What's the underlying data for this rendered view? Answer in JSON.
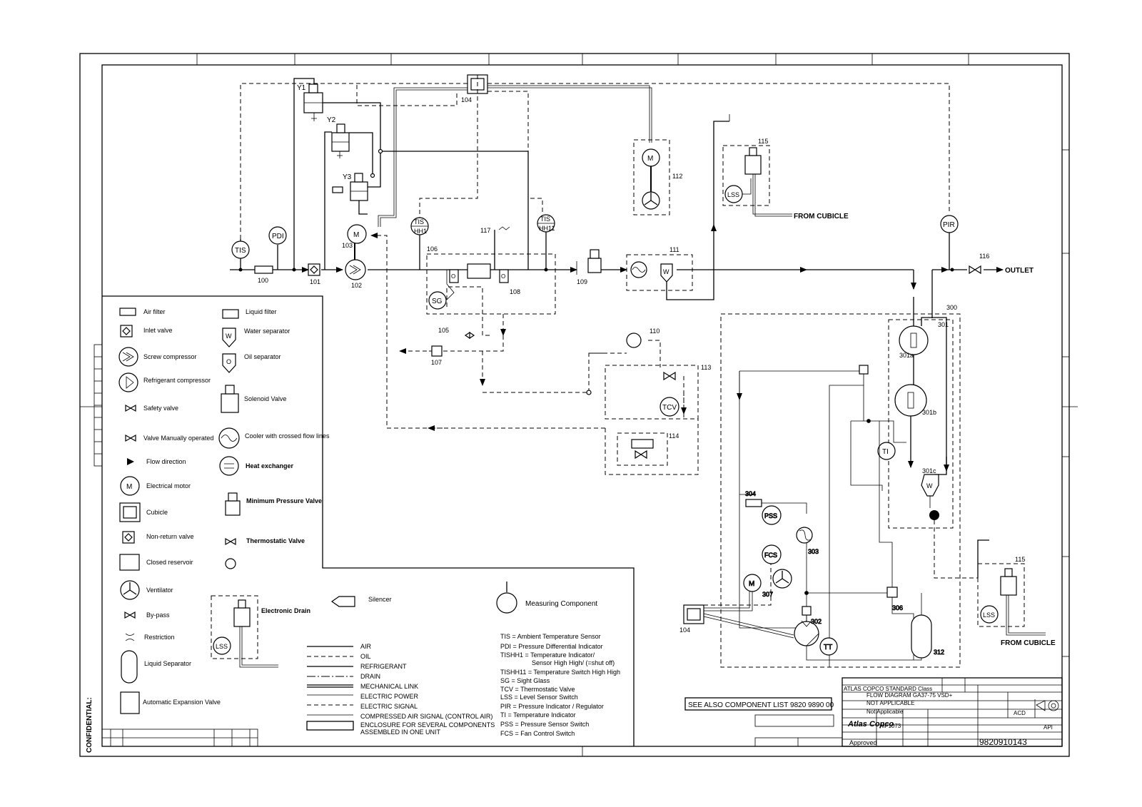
{
  "tags": {
    "Y1": "Y1",
    "Y2": "Y2",
    "Y3": "Y3",
    "n100": "100",
    "n101": "101",
    "n102": "102",
    "n103": "103",
    "n104": "104",
    "n105": "105",
    "n106": "106",
    "n107": "107",
    "n108": "108",
    "n109": "109",
    "n110": "110",
    "n111": "111",
    "n112": "112",
    "n113": "113",
    "n114": "114",
    "n115": "115",
    "n116": "116",
    "n117": "117",
    "n300": "300",
    "n301": "301",
    "n301a": "301a",
    "n301b": "301b",
    "n301c": "301c",
    "n302": "302",
    "n303": "303",
    "n304": "304",
    "n306": "306",
    "n307": "307",
    "n312": "312",
    "TIS": "TIS",
    "PDI": "PDI",
    "M": "M",
    "TIS1": "TIS",
    "HH1": "HH1",
    "TIS2": "TIS",
    "HH11": "HH11",
    "SG": "SG",
    "LSS": "LSS",
    "PIR": "PIR",
    "TCV": "TCV",
    "TI": "TI",
    "PSS": "PSS",
    "FCS": "FCS",
    "TT": "TT",
    "W": "W",
    "O": "O"
  },
  "labels": {
    "from_cubicle": "FROM CUBICLE",
    "outlet": "OUTLET",
    "see_also": "SEE ALSO COMPONENT LIST 9820 9890 00",
    "confidential": "CONFIDENTIAL:"
  },
  "legend": [
    {
      "label": "Air filter"
    },
    {
      "label": "Inlet valve"
    },
    {
      "label": "Screw compressor"
    },
    {
      "label": "Refrigerant compressor"
    },
    {
      "label": "Safety valve"
    },
    {
      "label": "Valve Manually operated"
    },
    {
      "label": "Flow direction"
    },
    {
      "label": "Electrical motor"
    },
    {
      "label": "Cubicle"
    },
    {
      "label": "Non-return valve"
    },
    {
      "label": "Closed reservoir"
    },
    {
      "label": "Ventilator"
    },
    {
      "label": "By-pass"
    },
    {
      "label": "Restriction"
    },
    {
      "label": "Liquid Separator"
    },
    {
      "label": "Automatic Expansion Valve"
    },
    {
      "label": "Liquid filter"
    },
    {
      "label": "Water separator"
    },
    {
      "label": "Oil separator"
    },
    {
      "label": "Solenoid Valve"
    },
    {
      "label": "Cooler with crossed flow lines"
    },
    {
      "label": "Heat exchanger"
    },
    {
      "label": "Minimum Pressure Valve"
    },
    {
      "label": "Thermostatic Valve"
    }
  ],
  "mid_legend": {
    "electronic_drain": "Electronic Drain",
    "silencer": "Silencer",
    "measuring": "Measuring Component",
    "lines": [
      "AIR",
      "OIL",
      "REFRIGERANT",
      "DRAIN",
      "MECHANICAL LINK",
      "ELECTRIC POWER",
      "ELECTRIC SIGNAL",
      "COMPRESSED AIR SIGNAL (CONTROL AIR)",
      "ENCLOSURE FOR SEVERAL COMPONENTS",
      "ASSEMBLED IN ONE UNIT"
    ]
  },
  "abbreviations": [
    "TIS   = Ambient Temperature Sensor",
    "PDI   = Pressure Differential Indicator",
    "TISHH1 = Temperature Indicator/",
    "Sensor High High/ (=shut off)",
    "TISHH11 = Temperature Switch High High",
    "SG = Sight Glass",
    "TCV = Thermostatic Valve",
    "LSS = Level Sensor Switch",
    "PIR = Pressure Indicator / Regulator",
    "TI = Temperature Indicator",
    "PSS = Pressure Sensor Switch",
    "FCS = Fan Control Switch"
  ],
  "title_block": {
    "company_std": "ATLAS COPCO STANDARD Class",
    "name": "FLOW DIAGRAM GA37-75 VSD+",
    "status_val": "NOT APPLICABLE",
    "treatment": "Not Applicable",
    "approved": "Approved",
    "size": "ACD",
    "api": "API",
    "sheet_no": "9820910143",
    "brand": "Atlas Copco",
    "code": "AIF1073"
  }
}
